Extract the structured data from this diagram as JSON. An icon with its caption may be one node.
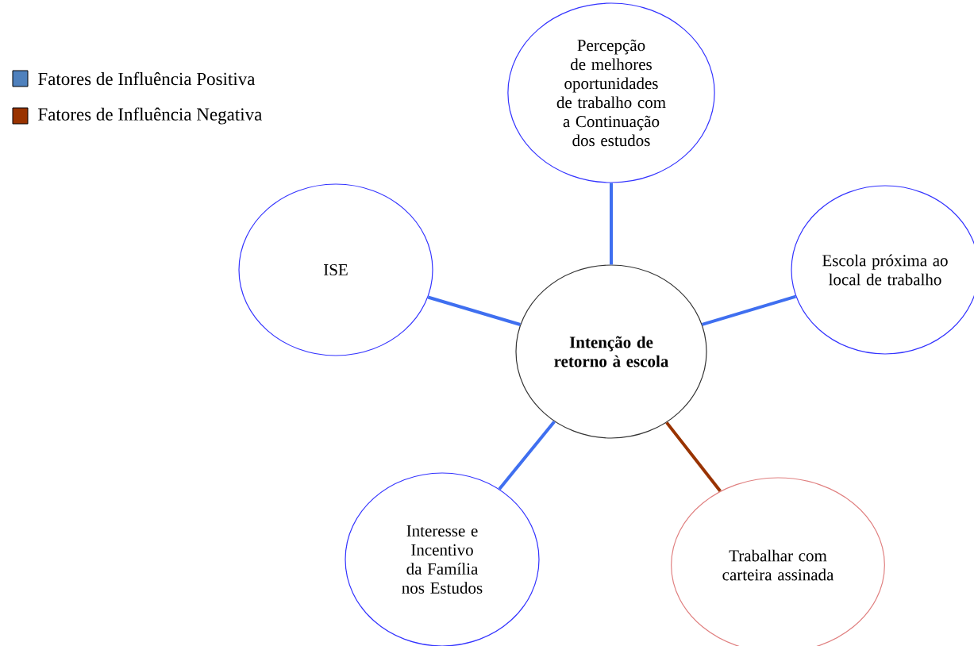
{
  "diagram": {
    "nodes": [
      {
        "text": [
          "Intenção de retorno à escola"
        ]
      },
      {
        "text": [
          "Percepção de melhores oportunidades de trabalho com a Continuação dos estudos"
        ]
      },
      {
        "text": [
          "Escola próxima ao local de trabalho"
        ]
      },
      {
        "text": [
          "ISE"
        ]
      },
      {
        "text": [
          "Interesse e Incentivo da Família nos Estudos"
        ]
      },
      {
        "text": [
          "Trabalhar com carteira assinada"
        ]
      }
    ],
    "edges": [
      {
        "from": 0,
        "to": 1,
        "arrow": "none"
      },
      {
        "from": 0,
        "to": 2,
        "arrow": "none"
      },
      {
        "from": 0,
        "to": 3,
        "arrow": "none"
      },
      {
        "from": 0,
        "to": 4,
        "arrow": "none"
      },
      {
        "from": 0,
        "to": 5,
        "arrow": "none",
        "color": "#993300"
      }
    ],
    "legend": [
      {
        "text": "Fatores de Influência Positiva",
        "color": "#4f81bd"
      },
      {
        "text": "Fatores de Influência Negativa",
        "color": "#993300"
      }
    ]
  }
}
